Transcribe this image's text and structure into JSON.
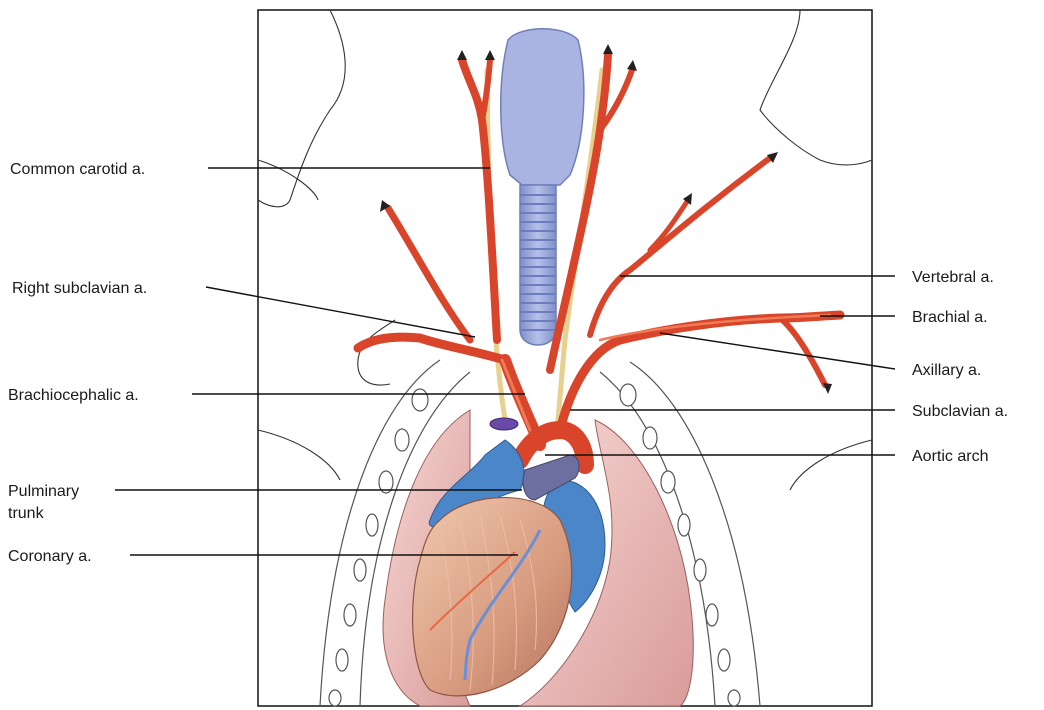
{
  "labels": {
    "common_carotid": "Common carotid a.",
    "right_subclavian": "Right subclavian a.",
    "brachiocephalic": "Brachiocephalic a.",
    "pulmonary_trunk_line1": "Pulminary",
    "pulmonary_trunk_line2": "trunk",
    "coronary": "Coronary a.",
    "vertebral": "Vertebral a.",
    "brachial": "Brachial a.",
    "axillary": "Axillary a.",
    "subclavian": "Subclavian a.",
    "aortic_arch": "Aortic arch"
  },
  "colors": {
    "artery": "#d9452b",
    "vein": "#4a86c8",
    "trachea": "#9aa8d8",
    "heart": "#d99a7c",
    "lung": "#eec2c0",
    "nerve": "#e8d08e"
  }
}
